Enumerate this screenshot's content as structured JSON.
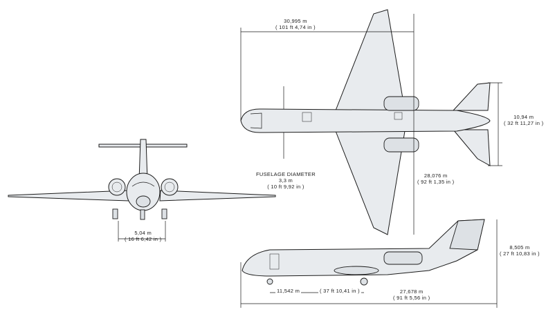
{
  "diagram": {
    "dimensions": {
      "front_track": {
        "metric": "5,04 m",
        "imperial": "( 16 ft 6,42 in )"
      },
      "span": {
        "metric": "30,995 m",
        "imperial": "( 101 ft 4,74 in )"
      },
      "tail_span": {
        "metric": "10,94 m",
        "imperial": "( 32 ft 11,27 in )"
      },
      "fuselage": {
        "label": "FUSELAGE DIAMETER",
        "metric": "3,3 m",
        "imperial": "( 10 ft 9,92 in )"
      },
      "top_length": {
        "metric": "28,076 m",
        "imperial": "( 92 ft 1,35 in )"
      },
      "height": {
        "metric": "8,505 m",
        "imperial": "( 27 ft 10,83 in )"
      },
      "wheelbase": {
        "metric": "11,542 m",
        "imperial": "( 37 ft 10,41 in )"
      },
      "side_length": {
        "metric": "27,678 m",
        "imperial": "( 91 ft 5,56 in )"
      }
    }
  }
}
